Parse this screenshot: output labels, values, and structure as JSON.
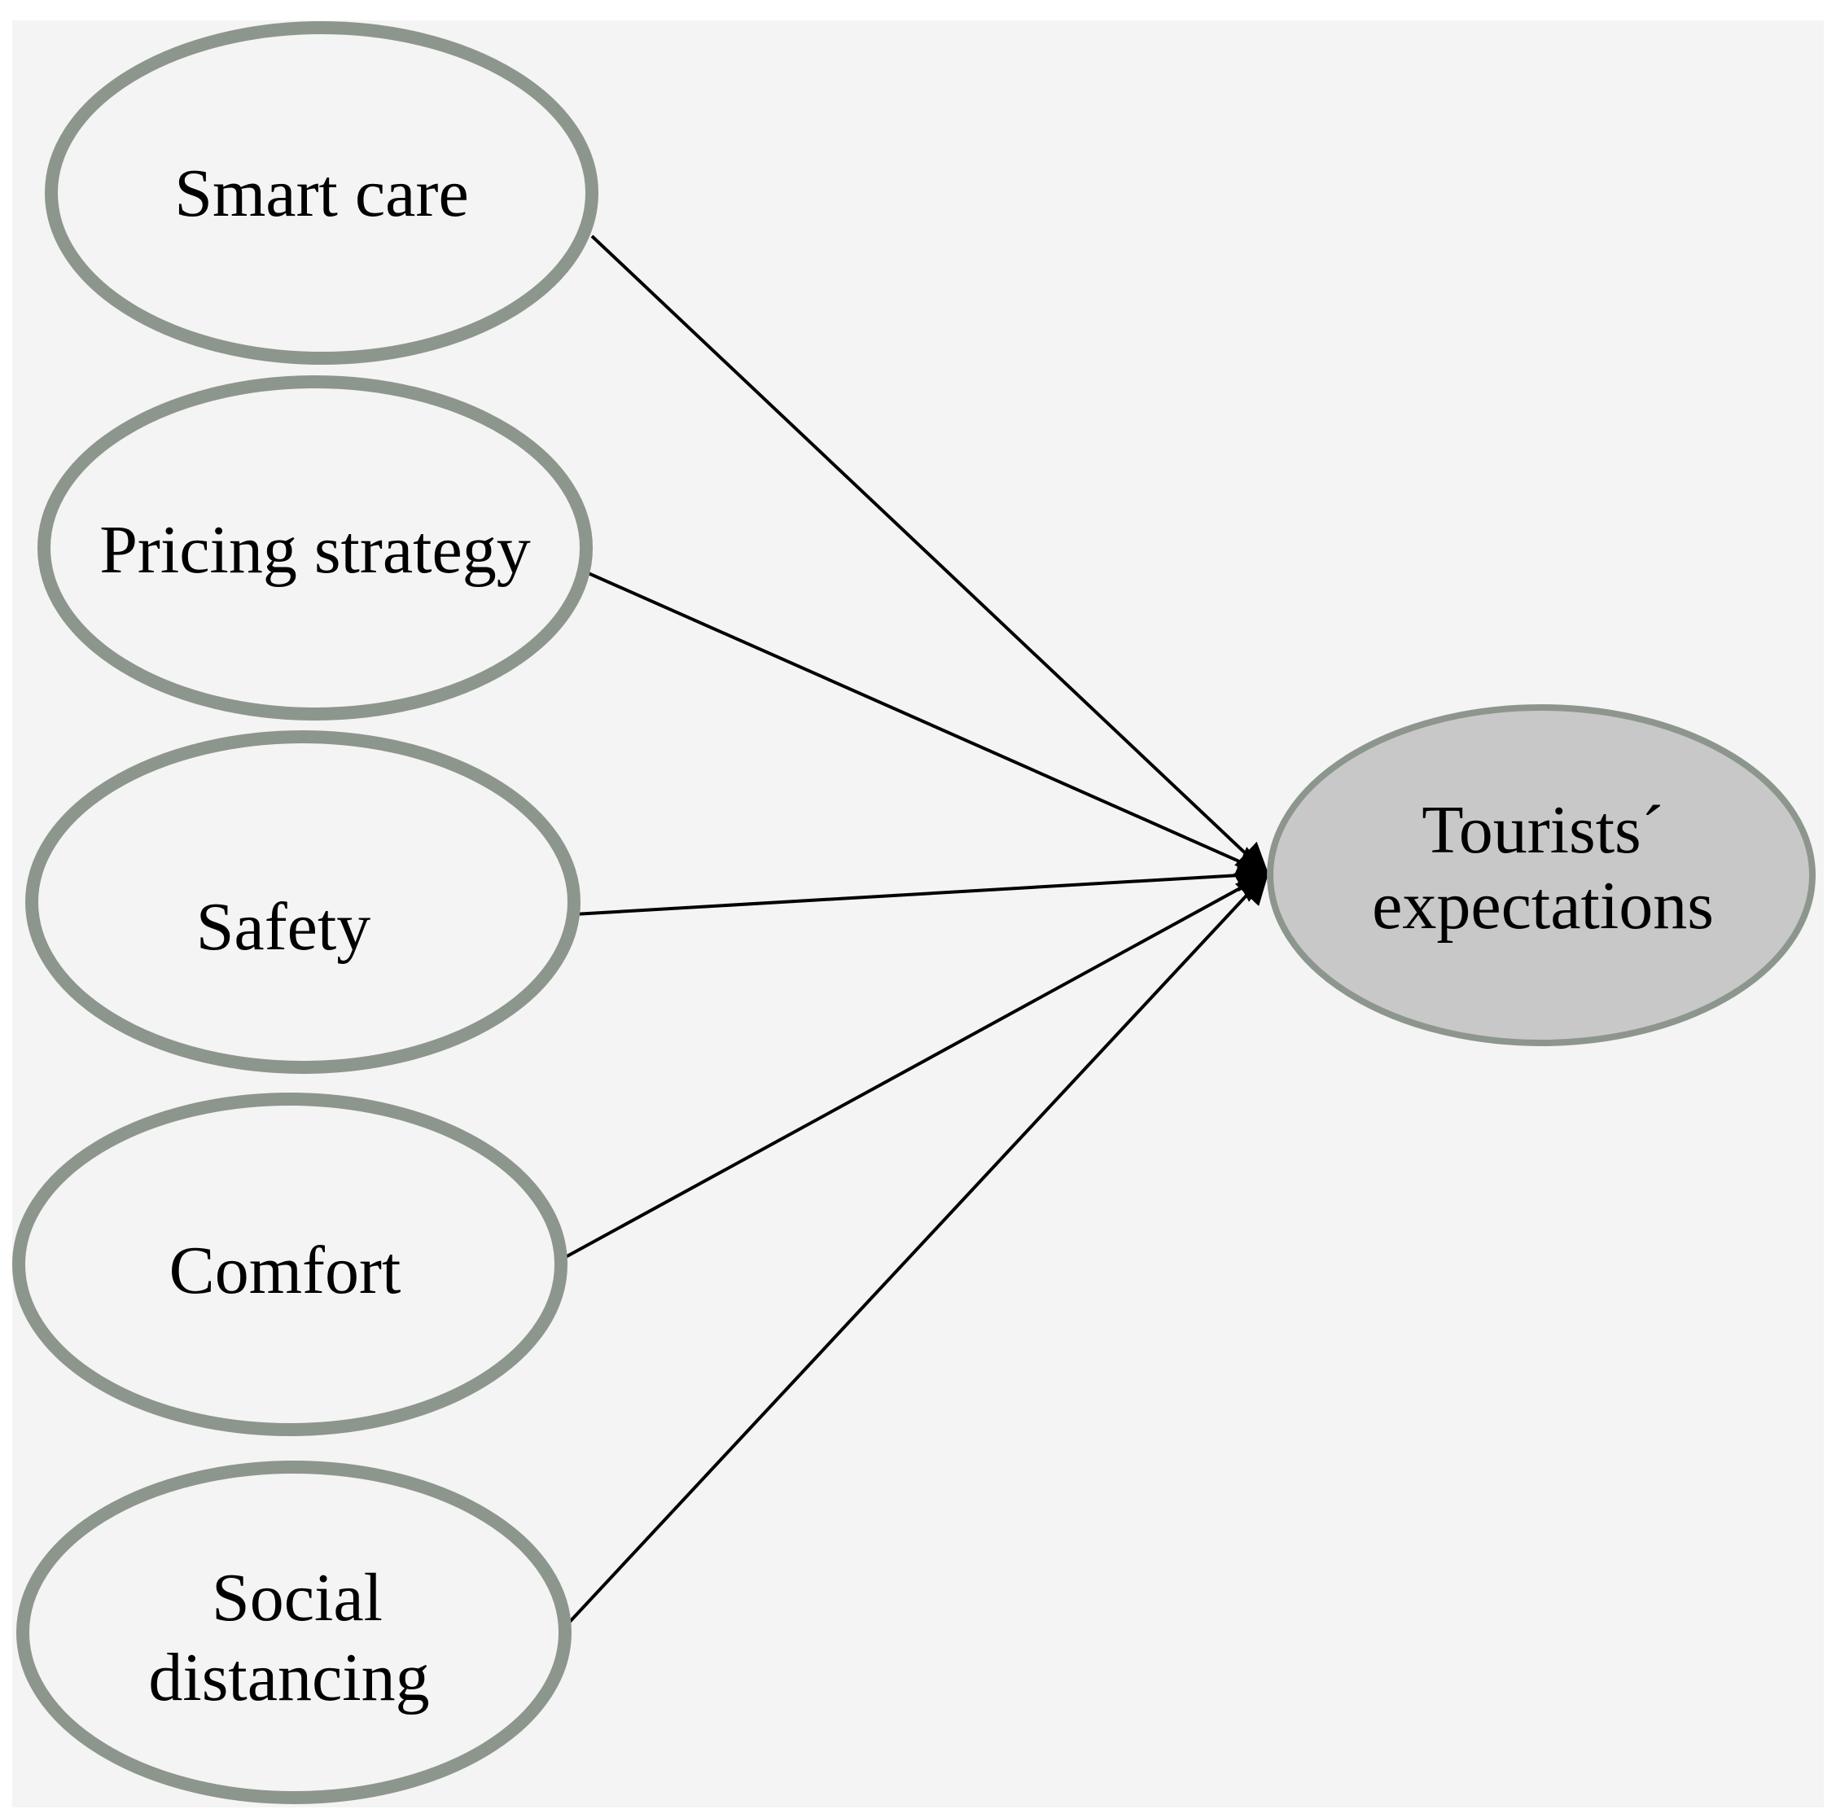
{
  "diagram": {
    "type": "path-model",
    "colors": {
      "background": "#f4f4f4",
      "frame": "#ffffff",
      "ellipse_stroke": "#8d968d",
      "ellipse_fill": "#f4f4f4",
      "outcome_fill": "#c8c8c8",
      "arrow": "#000000",
      "text": "#000000"
    },
    "nodes": [
      {
        "id": "smart-care",
        "lines": [
          "Smart care"
        ]
      },
      {
        "id": "pricing-strategy",
        "lines": [
          "Pricing strategy"
        ]
      },
      {
        "id": "safety",
        "lines": [
          "Safety"
        ]
      },
      {
        "id": "comfort",
        "lines": [
          "Comfort"
        ]
      },
      {
        "id": "social-distancing",
        "lines": [
          "Social",
          "distancing"
        ]
      }
    ],
    "outcome": {
      "id": "tourists-expectations",
      "lines": [
        "Tourists´",
        "expectations"
      ]
    },
    "edges": [
      {
        "from": "smart-care",
        "to": "tourists-expectations"
      },
      {
        "from": "pricing-strategy",
        "to": "tourists-expectations"
      },
      {
        "from": "safety",
        "to": "tourists-expectations"
      },
      {
        "from": "comfort",
        "to": "tourists-expectations"
      },
      {
        "from": "social-distancing",
        "to": "tourists-expectations"
      }
    ]
  }
}
